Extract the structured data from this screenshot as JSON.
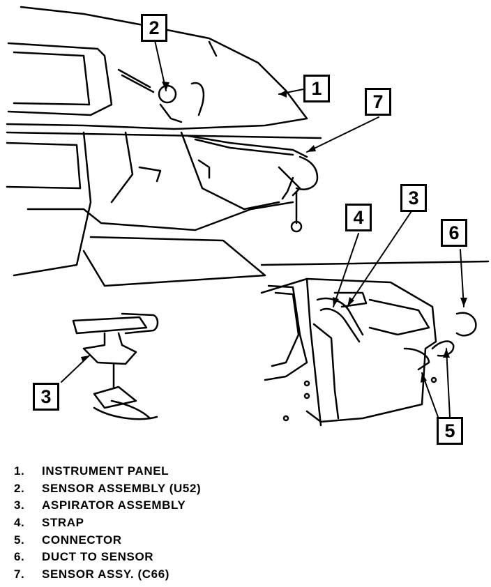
{
  "callouts": {
    "c1": "1",
    "c2": "2",
    "c3a": "3",
    "c3b": "3",
    "c4": "4",
    "c5": "5",
    "c6": "6",
    "c7": "7"
  },
  "legend": [
    {
      "num": "1.",
      "label": "INSTRUMENT PANEL"
    },
    {
      "num": "2.",
      "label": "SENSOR ASSEMBLY (U52)"
    },
    {
      "num": "3.",
      "label": "ASPIRATOR ASSEMBLY"
    },
    {
      "num": "4.",
      "label": "STRAP"
    },
    {
      "num": "5.",
      "label": "CONNECTOR"
    },
    {
      "num": "6.",
      "label": "DUCT TO SENSOR"
    },
    {
      "num": "7.",
      "label": "SENSOR ASSY. (C66)"
    }
  ]
}
